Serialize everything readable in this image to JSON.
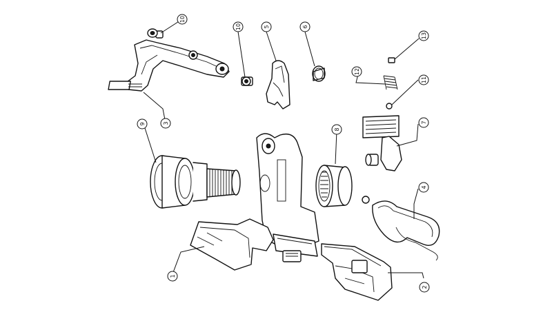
{
  "callouts": [
    {
      "id": "c1",
      "label": "1"
    },
    {
      "id": "c2",
      "label": "2"
    },
    {
      "id": "c3",
      "label": "3"
    },
    {
      "id": "c4",
      "label": "4"
    },
    {
      "id": "c5",
      "label": "5"
    },
    {
      "id": "c6",
      "label": "6"
    },
    {
      "id": "c7",
      "label": "7"
    },
    {
      "id": "c8",
      "label": "8"
    },
    {
      "id": "c9",
      "label": "9"
    },
    {
      "id": "c10a",
      "label": "10"
    },
    {
      "id": "c10b",
      "label": "10"
    },
    {
      "id": "c11",
      "label": "11"
    },
    {
      "id": "c12",
      "label": "12"
    },
    {
      "id": "c13",
      "label": "13"
    }
  ]
}
